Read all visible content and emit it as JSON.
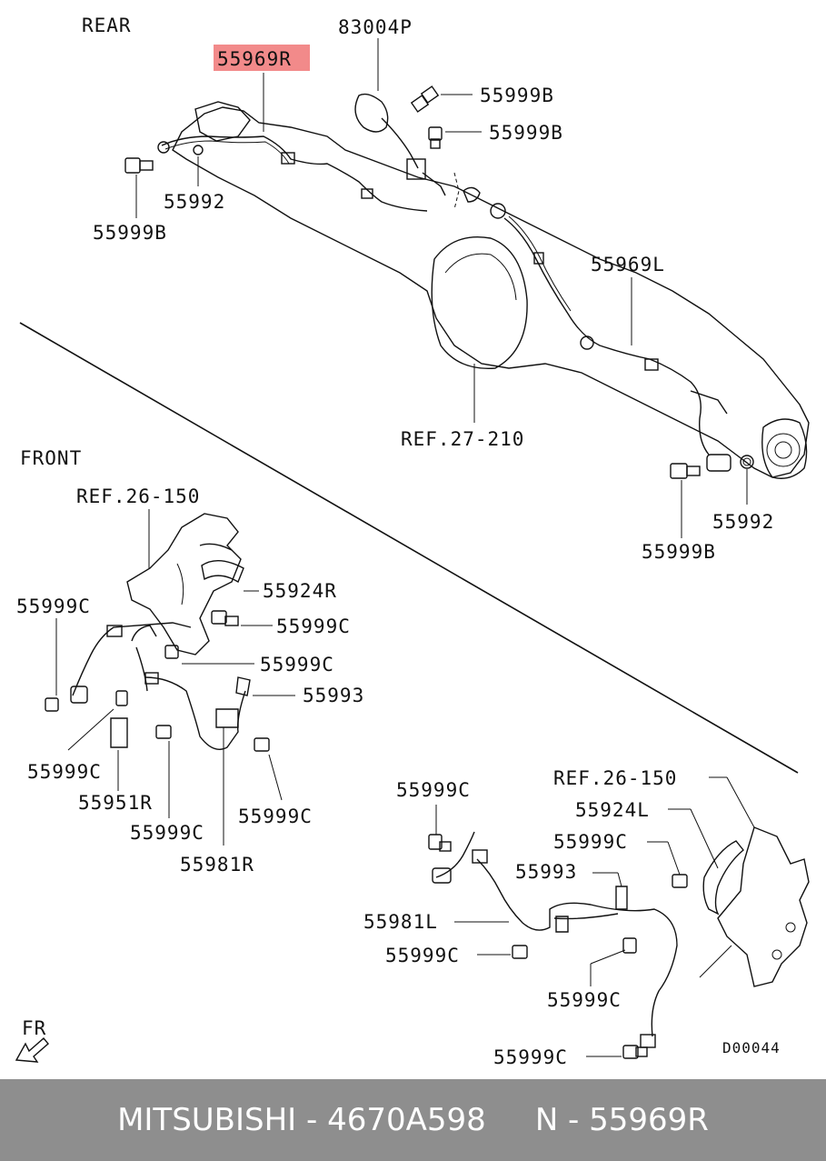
{
  "labels": {
    "rear": "REAR",
    "front": "FRONT",
    "fr": "FR",
    "code": "D00044",
    "p83004P": "83004P",
    "p55969R": "55969R",
    "p55999B_1": "55999B",
    "p55999B_2": "55999B",
    "p55999B_3": "55999B",
    "p55999B_4": "55999B",
    "p55992_1": "55992",
    "p55992_2": "55992",
    "p55969L": "55969L",
    "ref27": "REF.27-210",
    "ref26_1": "REF.26-150",
    "ref26_2": "REF.26-150",
    "p55924R": "55924R",
    "p55924L": "55924L",
    "p55999C_1": "55999C",
    "p55999C_2": "55999C",
    "p55999C_3": "55999C",
    "p55999C_4": "55999C",
    "p55999C_5": "55999C",
    "p55999C_6": "55999C",
    "p55999C_7": "55999C",
    "p55999C_8": "55999C",
    "p55999C_9": "55999C",
    "p55999C_10": "55999C",
    "p55999C_11": "55999C",
    "p55993_1": "55993",
    "p55993_2": "55993",
    "p55951R": "55951R",
    "p55981R": "55981R",
    "p55981L": "55981L"
  },
  "footer": {
    "brand": "MITSUBISHI - 4670A598",
    "part": "N - 55969R"
  },
  "highlight_color": "#f28a8a"
}
